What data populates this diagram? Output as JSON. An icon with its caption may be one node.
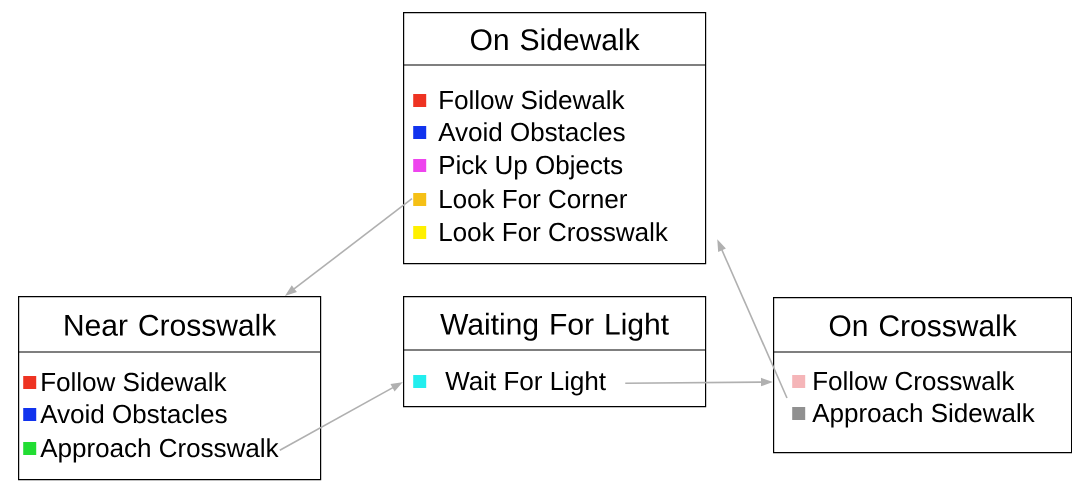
{
  "diagram": {
    "nodes": [
      {
        "text": [
          "On Sidewalk"
        ]
      },
      {
        "text": [
          "Follow Sidewalk"
        ],
        "in": 0
      },
      {
        "text": [
          "Avoid Obstacles"
        ],
        "in": 0
      },
      {
        "text": [
          "Pick Up Objects"
        ],
        "in": 0
      },
      {
        "text": [
          "Look For Corner"
        ],
        "in": 0
      },
      {
        "text": [
          "Look For Crosswalk"
        ],
        "in": 0
      },
      {
        "text": [
          "Near Crosswalk"
        ]
      },
      {
        "text": [
          "Follow Sidewalk"
        ],
        "in": 6
      },
      {
        "text": [
          "Avoid Obstacles"
        ],
        "in": 6
      },
      {
        "text": [
          "Approach Crosswalk"
        ],
        "in": 6
      },
      {
        "text": [
          "Waiting For Light"
        ]
      },
      {
        "text": [
          "Wait For Light"
        ],
        "in": 10
      },
      {
        "text": [
          "On Crosswalk"
        ]
      },
      {
        "text": [
          "Follow Crosswalk"
        ],
        "in": 12
      },
      {
        "text": [
          "Approach Sidewalk"
        ],
        "in": 12
      }
    ],
    "edges": [
      {
        "from": 4,
        "to": 6,
        "arrow": "to"
      },
      {
        "from": 9,
        "to": 10,
        "arrow": "to"
      },
      {
        "from": 11,
        "to": 12,
        "arrow": "to"
      },
      {
        "from": 14,
        "to": 0,
        "arrow": "to"
      }
    ]
  }
}
